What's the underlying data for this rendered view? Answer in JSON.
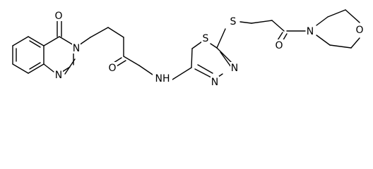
{
  "molecule": {
    "labels": {
      "o_ketone": "O",
      "n_quinaz_3": "N",
      "n_quinaz_1": "N",
      "o_amide": "O",
      "nh_amide": "NH",
      "s_thiadiazole": "S",
      "n_thiadiazole_3": "N",
      "n_thiadiazole_4": "N",
      "s_thioether": "S",
      "o_acyl": "O",
      "n_morpholine": "N",
      "o_morpholine": "O"
    }
  }
}
